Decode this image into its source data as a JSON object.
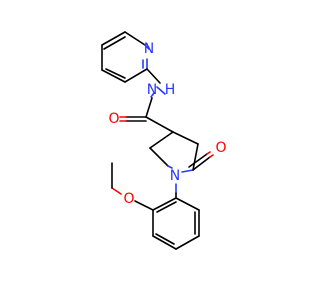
{
  "diagram": {
    "atoms": {
      "pyridine_n": "N",
      "amide_n": "N",
      "amide_h": "H",
      "amide_o": "O",
      "lactam_o": "O",
      "ring_n": "N",
      "methoxy_o": "O"
    },
    "colors": {
      "bond": "#000000",
      "nitrogen": "#2b36ff",
      "oxygen": "#ff0000",
      "background": "#ffffff"
    }
  }
}
